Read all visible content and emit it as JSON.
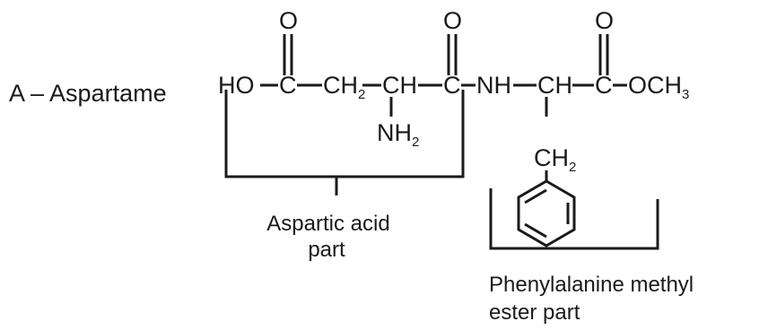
{
  "molecule_label": "A – Aspartame",
  "atoms": {
    "o1": "O",
    "o2": "O",
    "o3": "O",
    "ho": "HO",
    "c1": "C",
    "ch2": "CH",
    "ch2_sub": "2",
    "ch_a": "CH",
    "c2": "C",
    "nh": "NH",
    "ch_b": "CH",
    "c3": "C",
    "och3": "OCH",
    "och3_sub": "3",
    "nh2": "NH",
    "nh2_sub": "2",
    "bz_ch2": "CH",
    "bz_ch2_sub": "2"
  },
  "labels": {
    "aspartic_line1": "Aspartic acid",
    "aspartic_line2": "part",
    "phenyl_line1": "Phenylalanine methyl",
    "phenyl_line2": "ester part"
  }
}
